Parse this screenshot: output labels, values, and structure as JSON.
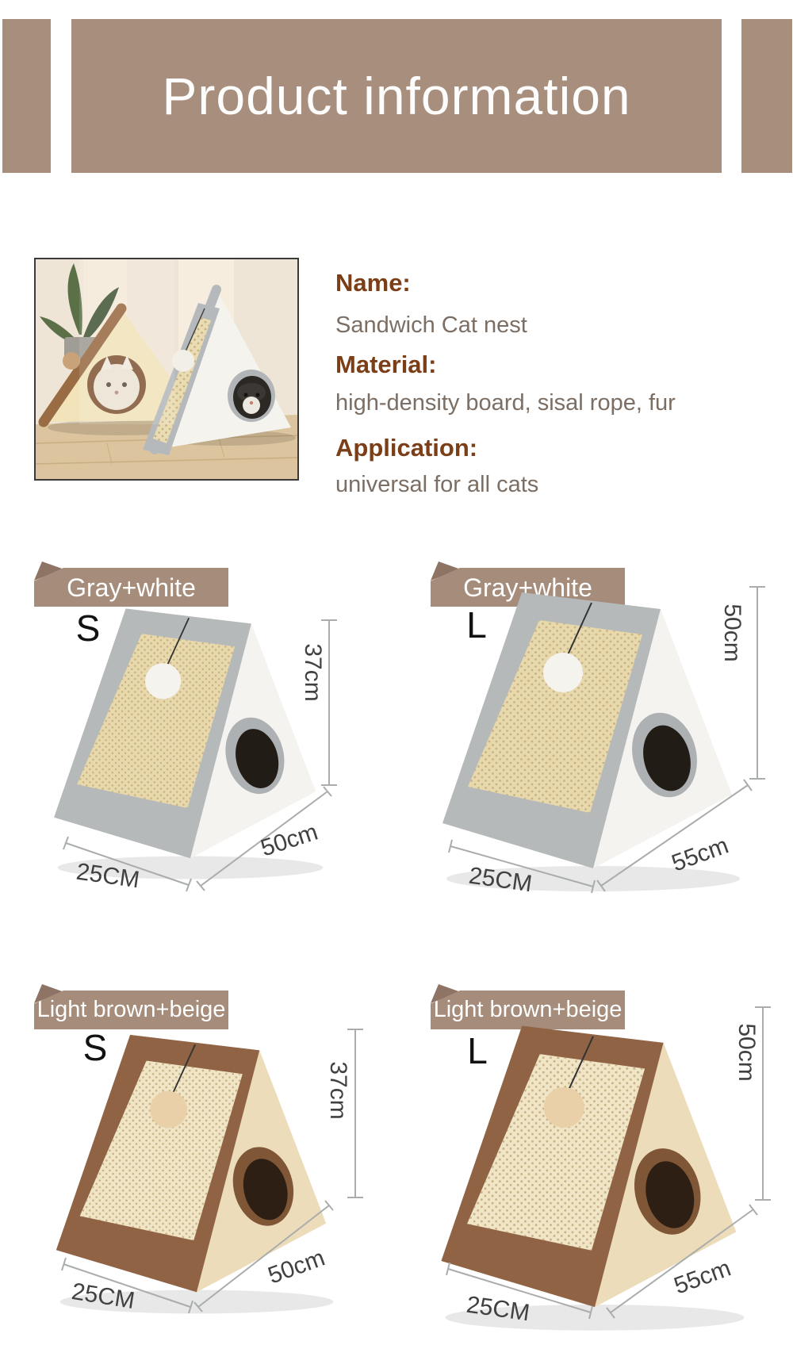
{
  "header": {
    "title": "Product information"
  },
  "info": {
    "rows": [
      {
        "label": "Name:",
        "value": "Sandwich Cat nest"
      },
      {
        "label": "Material:",
        "value": "high-density board, sisal rope, fur"
      },
      {
        "label": "Application:",
        "value": "universal for all cats"
      }
    ]
  },
  "variants": [
    {
      "color_label": "Gray+white",
      "size_label": "S",
      "height": "37cm",
      "length": "50cm",
      "width": "25CM"
    },
    {
      "color_label": "Gray+white",
      "size_label": "L",
      "height": "50cm",
      "length": "55cm",
      "width": "25CM"
    },
    {
      "color_label": "Light brown+beige",
      "size_label": "S",
      "height": "37cm",
      "length": "50cm",
      "width": "25CM"
    },
    {
      "color_label": "Light brown+beige",
      "size_label": "L",
      "height": "50cm",
      "length": "55cm",
      "width": "25CM"
    }
  ],
  "colors": {
    "banner_bg": "#a88e7d",
    "ribbon_bg": "#a68c7b",
    "heading_text": "#7b3e16",
    "body_text": "#7c6e63",
    "dimension_text": "#414141",
    "dimension_line": "#a9adac",
    "gray_trim": "#b6b9ba",
    "brown_trim": "#8f6344",
    "sisal": "#e8d9ac"
  }
}
